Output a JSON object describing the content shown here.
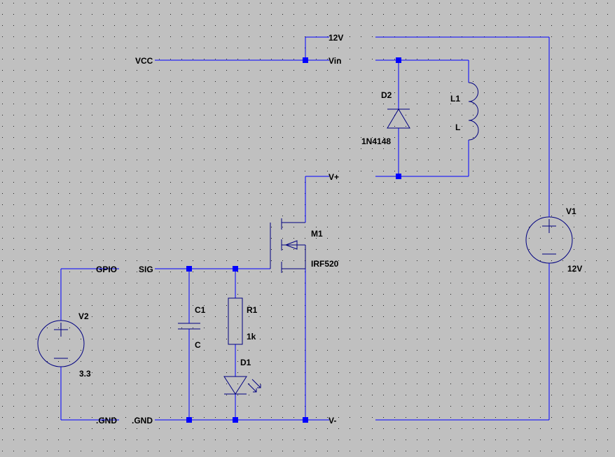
{
  "schematic": {
    "net_labels": {
      "vcc": "VCC",
      "vin": "Vin",
      "v12_top": "12V",
      "vplus": "V+",
      "vminus": "V-",
      "gpio": "GPIO",
      "sig": "SIG",
      "gnd_left": ".GND",
      "gnd_mid": ".GND"
    },
    "components": {
      "d2": {
        "ref": "D2",
        "value": "1N4148"
      },
      "l1": {
        "ref": "L1",
        "value": "L"
      },
      "m1": {
        "ref": "M1",
        "value": "IRF520"
      },
      "v1": {
        "ref": "V1",
        "value": "12V"
      },
      "v2": {
        "ref": "V2",
        "value": "3.3"
      },
      "c1": {
        "ref": "C1",
        "value": "C"
      },
      "r1": {
        "ref": "R1",
        "value": "1k"
      },
      "d1": {
        "ref": "D1"
      }
    },
    "colors": {
      "background": "#c0c0c0",
      "wire": "#0000ff",
      "symbol": "#000080",
      "grid_dot": "#202020"
    }
  }
}
